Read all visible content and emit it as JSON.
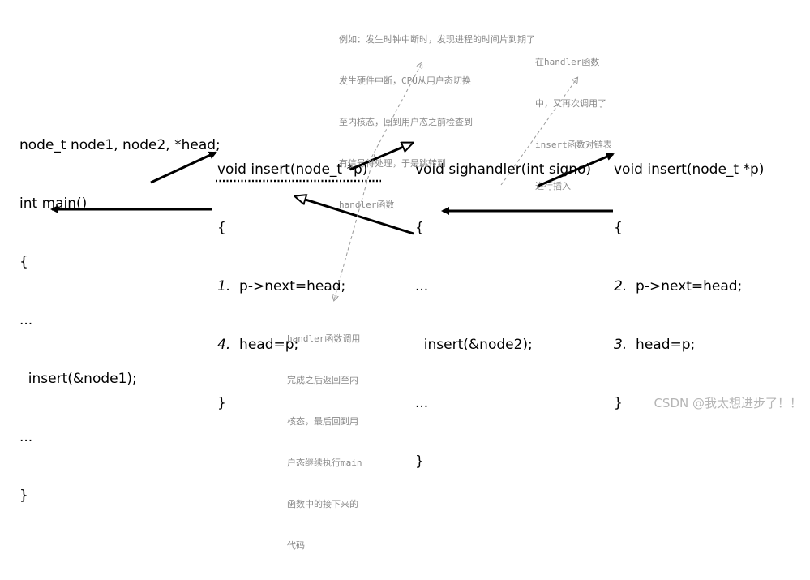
{
  "main_block": {
    "decl": "node_t node1, node2, *head;",
    "sig": "int main()",
    "open": "{",
    "dots1": "...",
    "call": "  insert(&node1);",
    "dots2": "...",
    "close": "}"
  },
  "insert1": {
    "sig": "void insert(node_t *p)",
    "open": "{",
    "num1": "1.",
    "line1": "  p->next=head;",
    "num2": "4.",
    "line2": "  head=p;",
    "close": "}"
  },
  "handler": {
    "sig": "void sighandler(int signo)",
    "open": "{",
    "dots1": "...",
    "call": "  insert(&node2);",
    "dots2": "...",
    "close": "}"
  },
  "insert2": {
    "sig": "void insert(node_t *p)",
    "open": "{",
    "num1": "2.",
    "line1": "  p->next=head;",
    "num2": "3.",
    "line2": "  head=p;",
    "close": "}"
  },
  "notes": {
    "top_left": [
      "例如：发生时钟中断时，发现进程的时间片到期了",
      "发生硬件中断，CPU从用户态切换",
      "至内核态，回到用户态之前检查到",
      "有信号待处理，于是跳转到",
      "handler函数"
    ],
    "top_right": [
      "在handler函数",
      "中，又再次调用了",
      "insert函数对链表",
      "进行插入"
    ],
    "bottom": [
      "handler函数调用",
      "完成之后返回至内",
      "核态，最后回到用",
      "户态继续执行main",
      "函数中的接下来的",
      "代码"
    ]
  },
  "watermark": "CSDN @我太想进步了！！"
}
